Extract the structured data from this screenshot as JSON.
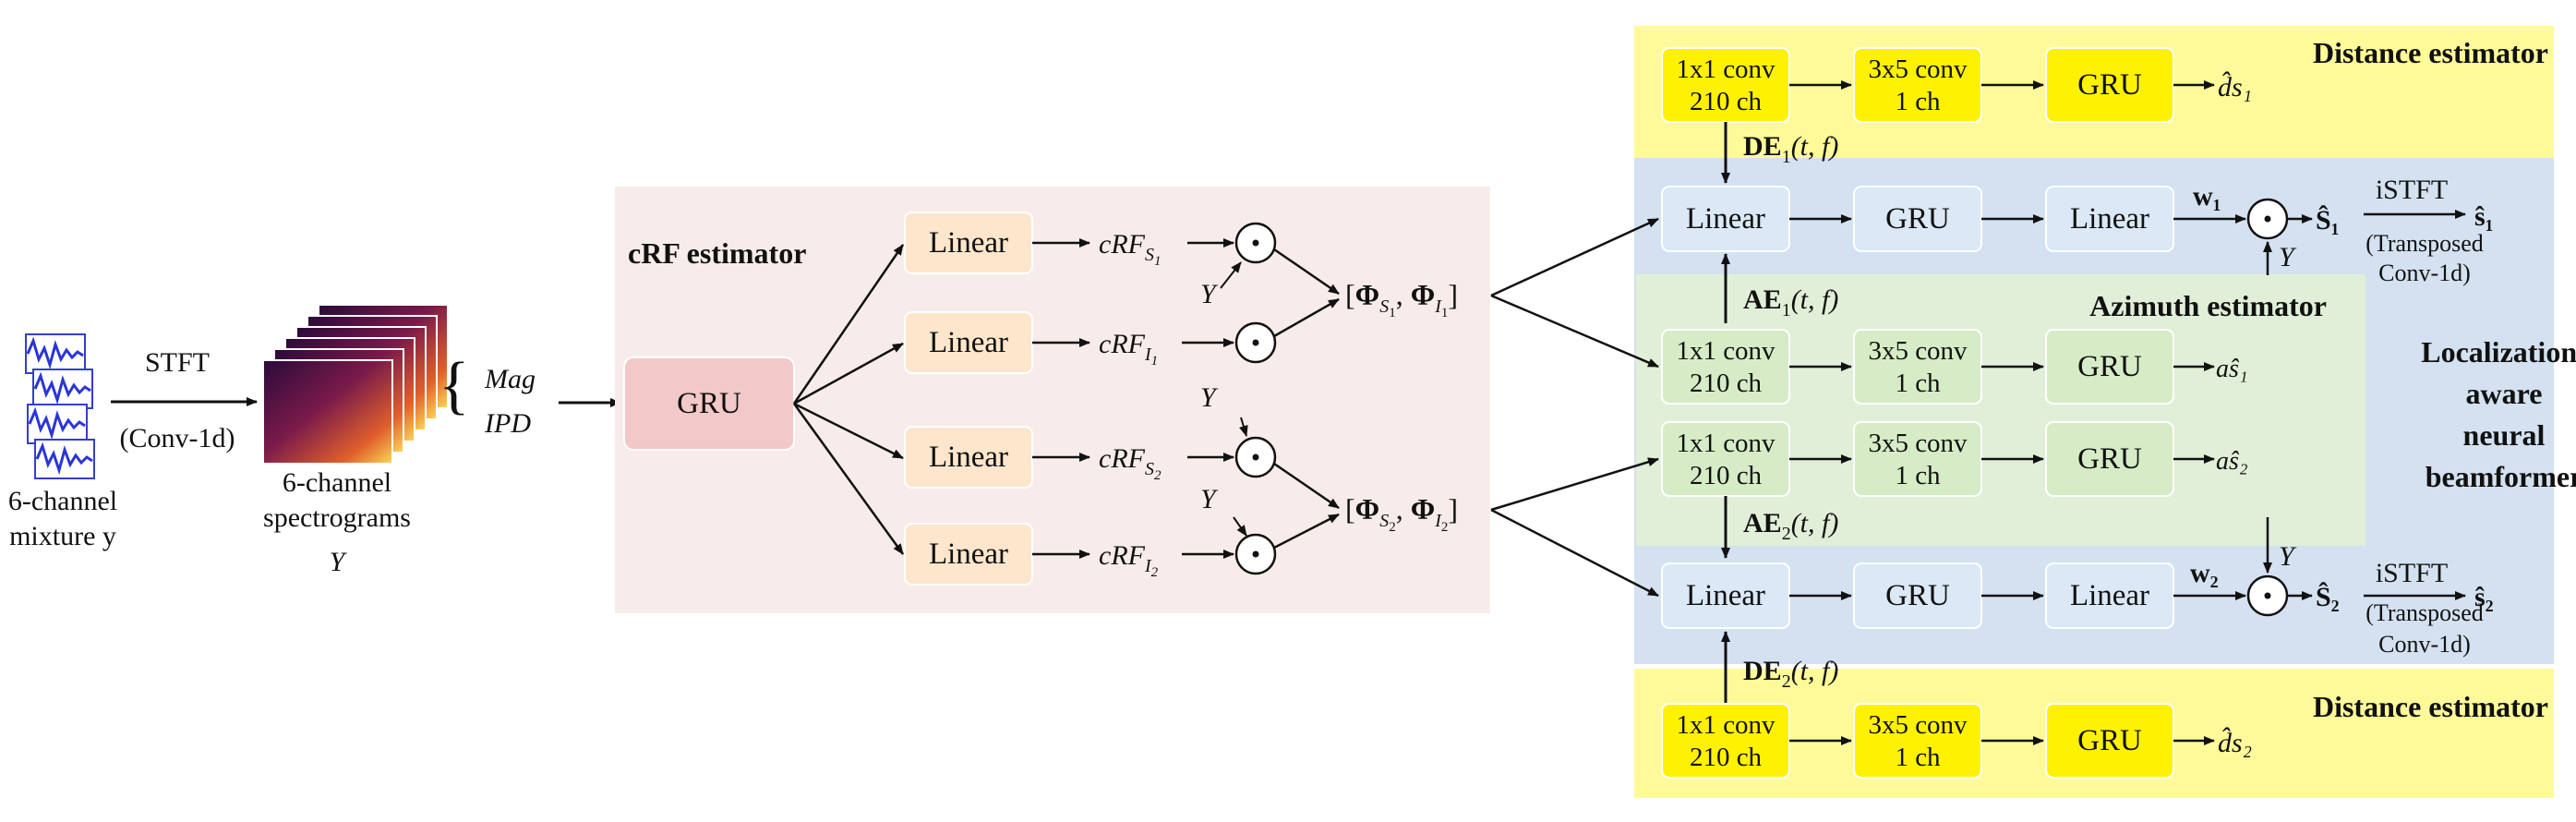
{
  "input": {
    "mixture_line1": "6-channel",
    "mixture_line2": "mixture y",
    "stft_label": "STFT",
    "stft_sub": "(Conv-1d)",
    "spec_line1": "6-channel",
    "spec_line2": "spectrograms",
    "spec_symbol": "Y",
    "features": [
      "Mag",
      "IPD"
    ]
  },
  "crf": {
    "title": "cRF estimator",
    "gru_label": "GRU",
    "linear_labels": [
      "Linear",
      "Linear",
      "Linear",
      "Linear"
    ],
    "crf_outputs": [
      "cRF_S1",
      "cRF_I1",
      "cRF_S2",
      "cRF_I2"
    ],
    "y_labels": [
      "Y",
      "Y",
      "Y"
    ],
    "phi_1": "[Φ_S1, Φ_I1]",
    "phi_2": "[Φ_S2, Φ_I2]"
  },
  "distance_top": {
    "title": "Distance estimator",
    "conv1": [
      "1x1 conv",
      "210 ch"
    ],
    "conv2": [
      "3x5 conv",
      "1 ch"
    ],
    "gru": "GRU",
    "output": "d̂s₁",
    "feature": "DE₁(t, f)"
  },
  "beamformer": {
    "title_lines": [
      "Localization-",
      "aware",
      "neural",
      "beamformer"
    ],
    "row1": [
      "Linear",
      "GRU",
      "Linear"
    ],
    "row2": [
      "Linear",
      "GRU",
      "Linear"
    ],
    "w1": "w₁",
    "w2": "w₂",
    "s1": "Ŝ₁",
    "s2": "Ŝ₂",
    "istft": "iSTFT",
    "istft_sub1": "(Transposed",
    "istft_sub2": "Conv-1d)",
    "out1": "ŝ₁",
    "out2": "ŝ₂",
    "y": "Y"
  },
  "azimuth": {
    "title": "Azimuth estimator",
    "feature1": "AE₁(t, f)",
    "feature2": "AE₂(t, f)",
    "conv1": [
      "1x1 conv",
      "210 ch"
    ],
    "conv2": [
      "3x5 conv",
      "1 ch"
    ],
    "gru": "GRU",
    "out1": "aŝ₁",
    "out2": "aŝ₂"
  },
  "distance_bottom": {
    "title": "Distance estimator",
    "conv1": [
      "1x1 conv",
      "210 ch"
    ],
    "conv2": [
      "3x5 conv",
      "1 ch"
    ],
    "gru": "GRU",
    "output": "d̂s₂",
    "feature": "DE₂(t, f)"
  },
  "colors": {
    "crf_bg": "#f8ecea",
    "gru_red": "#f3c8c8",
    "linear_orange": "#fde6cc",
    "yellow_bg": "#fefa9a",
    "yellow_box": "#fff200",
    "blue_bg": "#d4e1f0",
    "blue_box": "#dbe8f5",
    "green_bg": "#e2efd8",
    "green_box": "#d6ecc6"
  }
}
